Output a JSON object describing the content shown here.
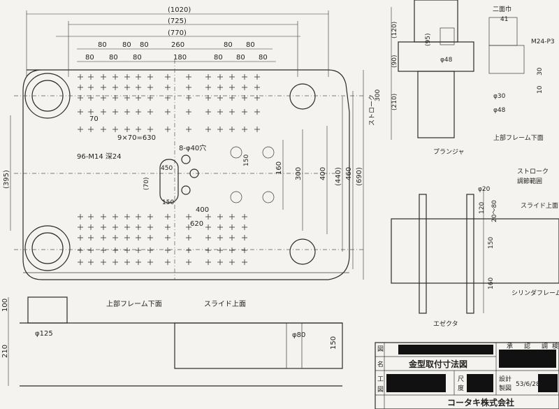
{
  "plan": {
    "overall_width": "(1020)",
    "width_725": "(725)",
    "width_770": "(770)",
    "pitch_left": [
      "80",
      "80",
      "80"
    ],
    "dim_260": "260",
    "pitch_right": [
      "80",
      "80"
    ],
    "row2_left": [
      "80",
      "80",
      "80"
    ],
    "dim_180": "180",
    "row2_right": [
      "80",
      "80",
      "80"
    ],
    "dim_70": "70",
    "pitch_total": "9×70=630",
    "tapped_holes": "96-M14 深24",
    "dowel_holes": "8-φ40穴",
    "height_395": "(395)",
    "dim_450": "450",
    "dim_70b": "(70)",
    "dim_150_b": "150",
    "dim_400_h": "400",
    "dim_620": "620",
    "dim_160": "160",
    "dim_300": "300",
    "dim_400_v": "400",
    "dim_440": "(440)",
    "dim_460": "460",
    "dim_690": "(690)",
    "dim_150_a": "150"
  },
  "side": {
    "dim_100": "100",
    "dim_210": "210",
    "dia_125": "φ125",
    "upper_frame": "上部フレーム下面",
    "slide_upper": "スライド上面",
    "dia_80": "φ80",
    "dim_150": "150"
  },
  "plunger": {
    "dim_120": "(120)",
    "dim_95": "(95)",
    "dim_90": "(90)",
    "dim_210": "(210)",
    "dim_300": "300",
    "stroke": "ストローク",
    "dia_48": "φ48",
    "label": "プランジャ",
    "flats": "二面巾",
    "dim_41": "41",
    "thread": "M24-P3",
    "dim_30": "30",
    "dim_10": "10",
    "dia_30": "φ30",
    "dia_48b": "φ48",
    "upper_frame": "上部フレーム下面"
  },
  "ejector": {
    "stroke": "ストローク",
    "adjust": "調節範囲",
    "dia_20": "φ20",
    "dim_120": "120",
    "dim_20_80": "20〜80",
    "slide_upper": "スライド上面",
    "dim_150": "150",
    "dim_160": "160",
    "cylinder_frame": "シリンダフレーム",
    "label": "エゼクタ"
  },
  "title_block": {
    "drawing_title": "金型取付寸法図",
    "approved": "承",
    "checked": "認",
    "drawn": "調",
    "check2": "検",
    "design": "設計",
    "draft": "製図",
    "scale_label": "尺",
    "scale_label2": "度",
    "date": "53/6/28",
    "company": "コータキ株式会社",
    "row_labels": [
      "図",
      "名",
      "工",
      "図"
    ]
  }
}
